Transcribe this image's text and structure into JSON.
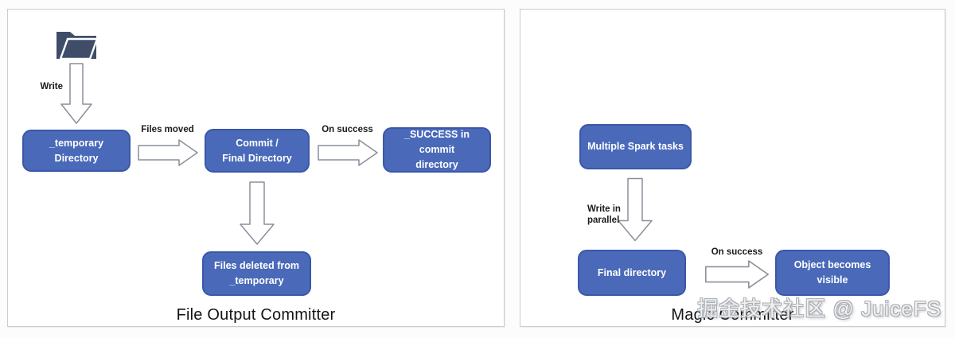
{
  "colors": {
    "node_fill": "#4a6ab9",
    "node_border": "#3b57a8",
    "node_text": "#ffffff",
    "folder_icon": "#3f4d68",
    "arrow_outline": "#8a8f99",
    "arrow_fill": "#ffffff",
    "label_text": "#1b1b1b",
    "caption_text": "#141414",
    "panel_border": "#cbccce",
    "watermark_fill": "#eef0f1",
    "watermark_outline": "#a9adb2"
  },
  "left_diagram": {
    "caption": "File Output Committer",
    "write_label": "Write",
    "files_moved_label": "Files moved",
    "on_success_label": "On success",
    "nodes": {
      "temporary": "_temporary\nDirectory",
      "commit": "Commit /\nFinal Directory",
      "success": "_SUCCESS in commit\ndirectory",
      "deleted": "Files deleted from\n_temporary"
    },
    "icons": {
      "folder": "open-folder-icon",
      "flow_arrows": [
        "down-arrow-icon",
        "right-arrow-icon",
        "right-arrow-icon",
        "down-arrow-icon"
      ]
    }
  },
  "right_diagram": {
    "caption": "Magic Committer",
    "write_in_parallel_label": "Write in\nparallel",
    "on_success_label": "On success",
    "nodes": {
      "spark_tasks": "Multiple Spark tasks",
      "final_directory": "Final directory",
      "object_visible": "Object becomes\nvisible"
    },
    "icons": {
      "flow_arrows": [
        "down-arrow-icon",
        "right-arrow-icon"
      ]
    },
    "watermark": "掘金技术社区 @ JuiceFS"
  }
}
